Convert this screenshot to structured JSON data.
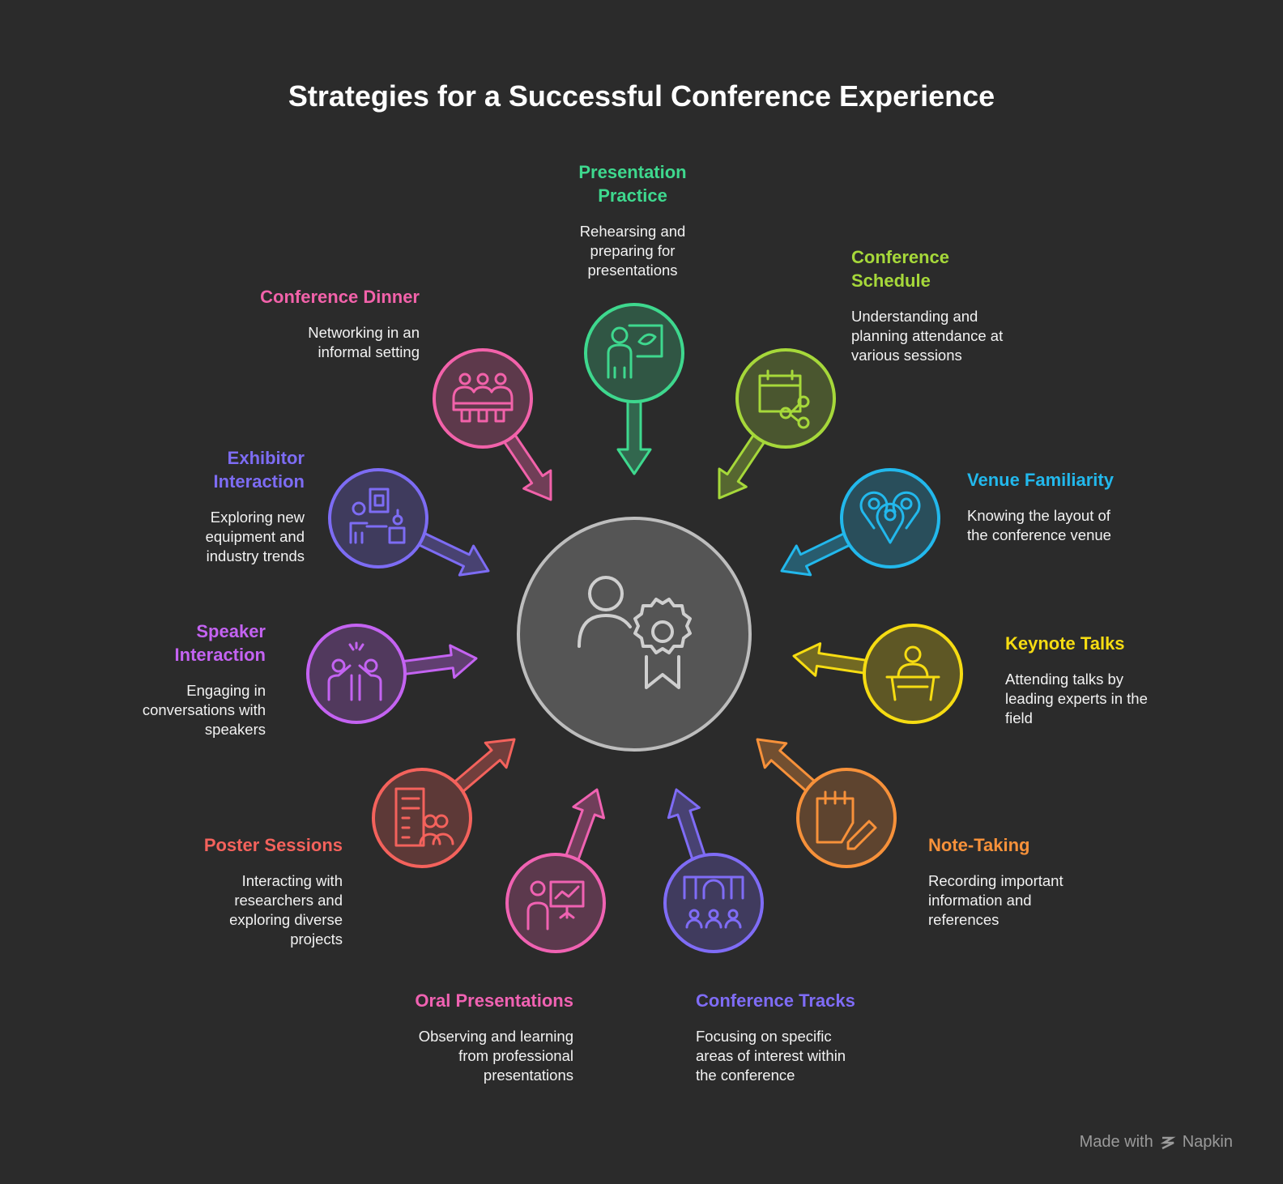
{
  "title": "Strategies for a Successful Conference Experience",
  "center": {
    "icon": "person-award-icon",
    "fill": "#555555",
    "stroke": "#bdbdbd"
  },
  "nodes": [
    {
      "id": "presentation-practice",
      "title": "Presentation\nPractice",
      "desc": "Rehearsing and\npreparing for\npresentations",
      "color": "#3ed88e",
      "icon": "presenter-board-icon"
    },
    {
      "id": "conference-schedule",
      "title": "Conference\nSchedule",
      "desc": "Understanding and\nplanning attendance at\nvarious sessions",
      "color": "#a6d83a",
      "icon": "calendar-share-icon"
    },
    {
      "id": "venue-familiarity",
      "title": "Venue Familiarity",
      "desc": "Knowing the layout of\nthe conference venue",
      "color": "#22b8ec",
      "icon": "map-pins-icon"
    },
    {
      "id": "keynote-talks",
      "title": "Keynote Talks",
      "desc": "Attending talks by\nleading experts in the\nfield",
      "color": "#f6dc12",
      "icon": "podium-speaker-icon"
    },
    {
      "id": "note-taking",
      "title": "Note-Taking",
      "desc": "Recording important\ninformation and\nreferences",
      "color": "#f7913a",
      "icon": "notepad-pen-icon"
    },
    {
      "id": "conference-tracks",
      "title": "Conference Tracks",
      "desc": "Focusing on specific\nareas of interest within\nthe conference",
      "color": "#7f6cf6",
      "icon": "tracks-people-icon"
    },
    {
      "id": "oral-presentations",
      "title": "Oral Presentations",
      "desc": "Observing and learning\nfrom professional\npresentations",
      "color": "#f062b2",
      "icon": "presenter-chart-icon"
    },
    {
      "id": "poster-sessions",
      "title": "Poster Sessions",
      "desc": "Interacting with\nresearchers and\nexploring diverse\nprojects",
      "color": "#f4625c",
      "icon": "poster-people-icon"
    },
    {
      "id": "speaker-interaction",
      "title": "Speaker\nInteraction",
      "desc": "Engaging in\nconversations with\nspeakers",
      "color": "#c463f2",
      "icon": "high-five-icon"
    },
    {
      "id": "exhibitor-interaction",
      "title": "Exhibitor\nInteraction",
      "desc": "Exploring new\nequipment and\nindustry trends",
      "color": "#7d6cf4",
      "icon": "exhibitor-booth-icon"
    },
    {
      "id": "conference-dinner",
      "title": "Conference Dinner",
      "desc": "Networking in an\ninformal setting",
      "color": "#f262aa",
      "icon": "dinner-table-icon"
    }
  ],
  "footer": {
    "made_with": "Made with",
    "brand": "Napkin"
  }
}
